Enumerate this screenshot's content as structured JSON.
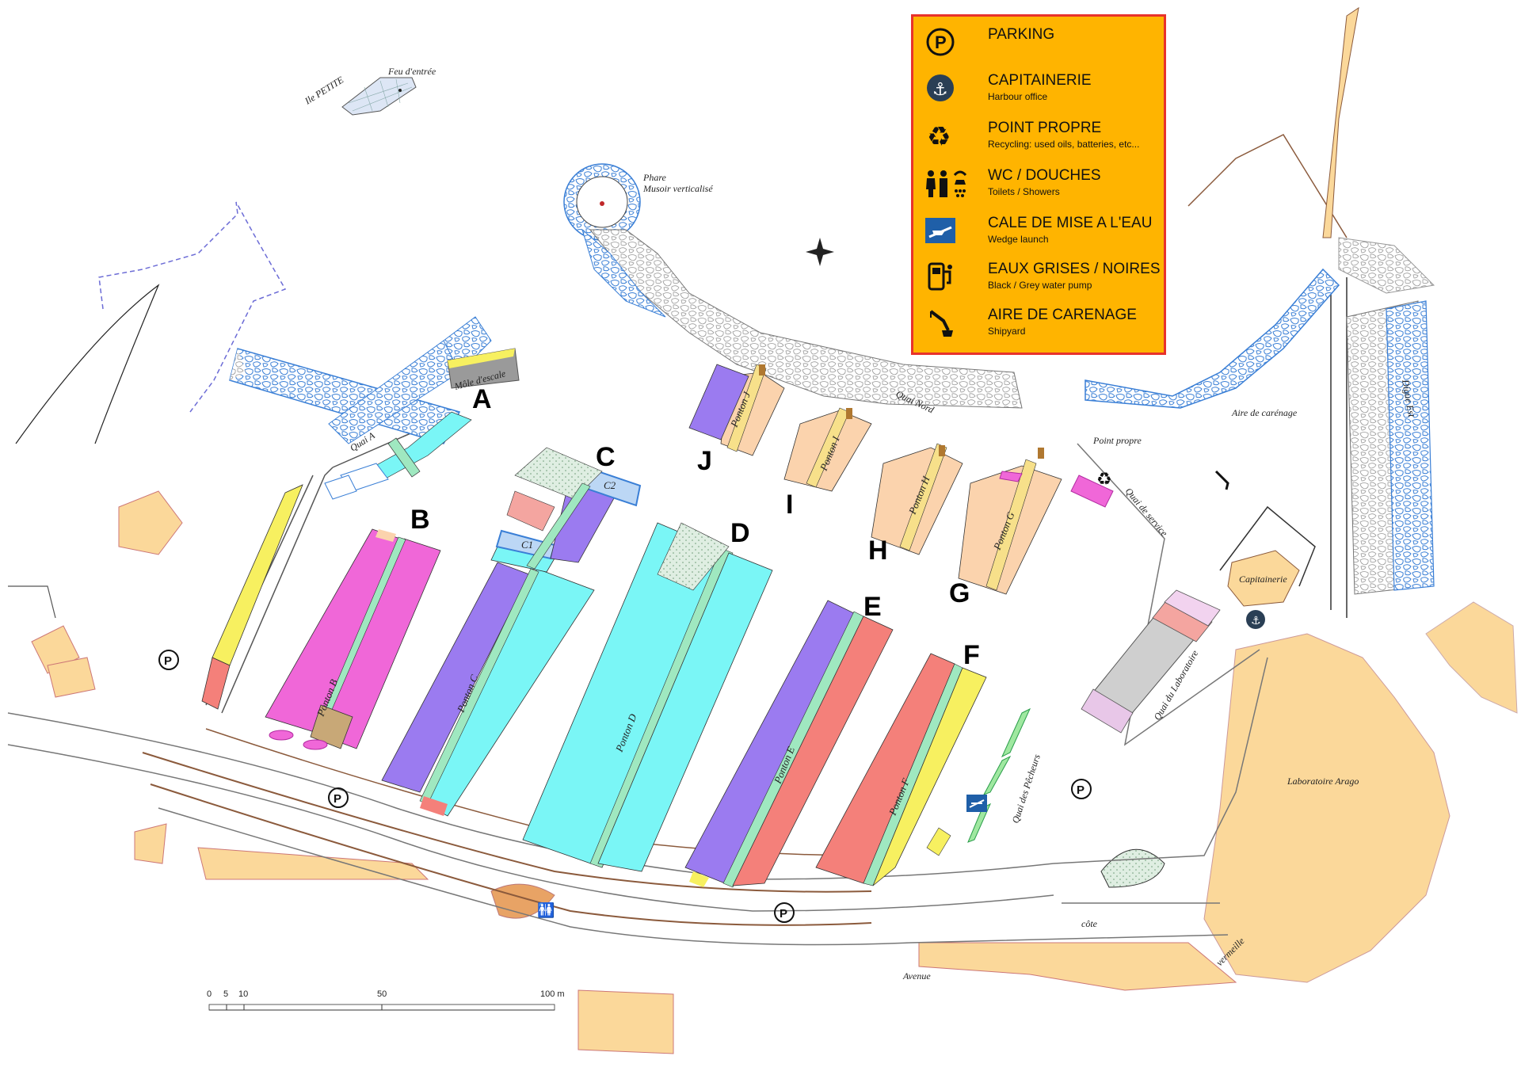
{
  "legend": {
    "colors": {
      "background": "#ffb400",
      "border": "#e8322b",
      "icon_dark": "#2a3f55",
      "icon_blue": "#1f5fa8"
    },
    "items": [
      {
        "icon": "parking-icon",
        "title": "PARKING",
        "subtitle": ""
      },
      {
        "icon": "anchor-icon",
        "title": "CAPITAINERIE",
        "subtitle": "Harbour office"
      },
      {
        "icon": "recycle-icon",
        "title": "POINT PROPRE",
        "subtitle": "Recycling: used oils, batteries, etc..."
      },
      {
        "icon": "toilets-showers-icon",
        "title": "WC / DOUCHES",
        "subtitle": "Toilets / Showers"
      },
      {
        "icon": "boat-launch-icon",
        "title": "CALE DE MISE A L'EAU",
        "subtitle": "Wedge launch"
      },
      {
        "icon": "water-pump-icon",
        "title": "EAUX GRISES / NOIRES",
        "subtitle": "Black / Grey water pump"
      },
      {
        "icon": "crane-icon",
        "title": "AIRE DE CARENAGE",
        "subtitle": "Shipyard"
      }
    ]
  },
  "pontoons": {
    "letters": [
      "A",
      "B",
      "C",
      "D",
      "E",
      "F",
      "G",
      "H",
      "I",
      "J"
    ],
    "labels": [
      "Ponton B",
      "Ponton C",
      "Ponton D",
      "Ponton E",
      "Ponton F",
      "Ponton G",
      "Ponton H",
      "Ponton I",
      "Ponton J"
    ],
    "sublabels": [
      "C1",
      "C2"
    ],
    "colors": {
      "magenta": "#f067d8",
      "purple": "#9b7bf0",
      "cyan": "#7af6f6",
      "red": "#f4807a",
      "yellow": "#f7f060",
      "peach": "#fbd3ad",
      "green": "#9fe8c0",
      "tan": "#c8a877",
      "blue_water": "#3a7fd6",
      "land": "#fbd89a"
    }
  },
  "places": {
    "ile": "Ile PETITE",
    "feu": "Feu d'entrée",
    "phare": "Phare",
    "musoir": "Musoir verticalisé",
    "mole": "Môle d'escale",
    "quai_a": "Quai A",
    "quai_nord": "Quai Nord",
    "point_propre": "Point propre",
    "aire_carenage": "Aire de carénage",
    "quai_service": "Quai de service",
    "quai_laboratoire": "Quai du Laboratoire",
    "quai_pecheurs": "Quai des Pêcheurs",
    "capitainerie": "Capitainerie",
    "laboratoire": "Laboratoire Arago",
    "digue": "Digue Est",
    "avenue": "Avenue",
    "cote": "côte",
    "vermeille": "vermeille"
  },
  "scale": {
    "ticks": [
      "0",
      "5",
      "10",
      "50",
      "100 m"
    ]
  }
}
